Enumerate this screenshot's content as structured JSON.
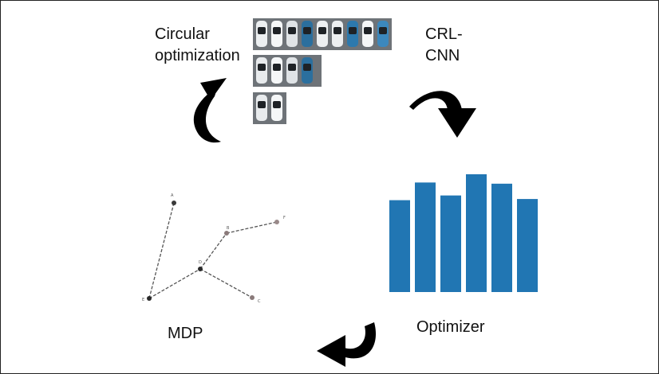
{
  "labels": {
    "circular_1": "Circular",
    "circular_2": "optimization",
    "crl_1": "CRL-",
    "crl_2": "CNN",
    "optimizer": "Optimizer",
    "mdp": "MDP"
  },
  "graph": {
    "nodes": [
      "A",
      "B",
      "F",
      "D",
      "E",
      "C"
    ]
  },
  "optimizer_bars": {
    "values": [
      0.78,
      0.93,
      0.82,
      1.0,
      0.92,
      0.79
    ],
    "color": "#2176b3"
  },
  "icons": [
    "curved-arrow-up-icon",
    "curved-arrow-down-icon",
    "curved-arrow-left-icon"
  ]
}
